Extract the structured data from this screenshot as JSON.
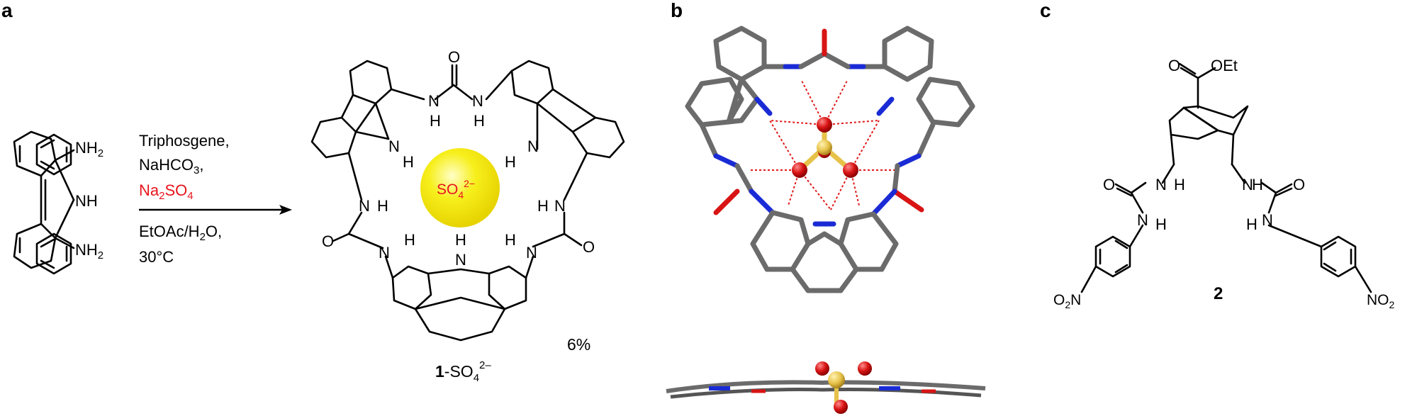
{
  "panels": {
    "a": "a",
    "b": "b",
    "c": "c"
  },
  "reagents": {
    "line1": "Triphosgene,",
    "line2": "NaHCO",
    "line2_sub": "3",
    "line2_tail": ",",
    "line3": "Na",
    "line3_sub1": "2",
    "line3_mid": "SO",
    "line3_sub2": "4",
    "line4": "EtOAc/H",
    "line4_sub": "2",
    "line4_tail": "O,",
    "line5": "30°C"
  },
  "start_material": {
    "nh2_top": "NH",
    "nh2_top_sub": "2",
    "nh": "NH",
    "nh2_bottom": "NH",
    "nh2_bottom_sub": "2"
  },
  "macrocycle": {
    "anion_text": "SO",
    "anion_sub": "4",
    "anion_sup": "2−",
    "atom_N": "N",
    "atom_H": "H",
    "atom_O": "O",
    "yield": "6%",
    "name_bold": "1",
    "name_rest": "-SO",
    "name_sub": "4",
    "name_sup": "2–"
  },
  "compound2": {
    "ester_O": "O",
    "ester_OEt": "OEt",
    "atom_N": "N",
    "atom_H": "H",
    "atom_O": "O",
    "nitro_O": "O",
    "nitro_sub": "2",
    "nitro_N": "N",
    "nitro_right": "NO",
    "nitro_right_sub": "2",
    "label": "2"
  },
  "colors": {
    "carbon": "#6b6b6b",
    "nitrogen": "#1a2bd6",
    "oxygen": "#d81414",
    "sulfur": "#e6c24a",
    "hbond": "#e01818",
    "anion_sphere": "#f7ef1c",
    "reagent_highlight": "#e8141c"
  }
}
